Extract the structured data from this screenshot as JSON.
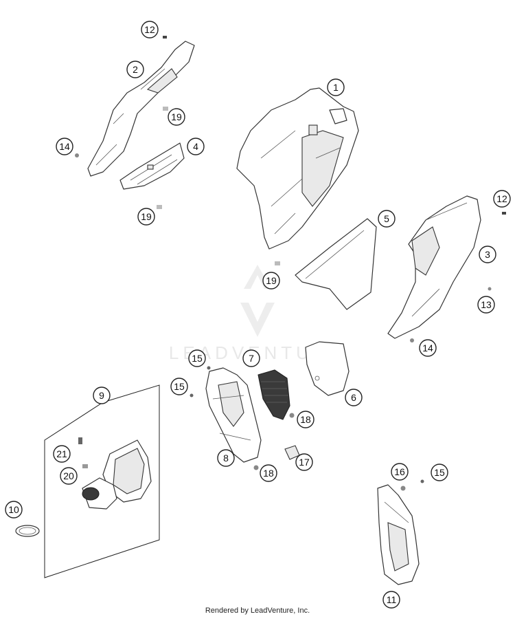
{
  "diagram": {
    "callouts": [
      {
        "id": "c1",
        "label": "1"
      },
      {
        "id": "c2",
        "label": "2"
      },
      {
        "id": "c3",
        "label": "3"
      },
      {
        "id": "c4",
        "label": "4"
      },
      {
        "id": "c5",
        "label": "5"
      },
      {
        "id": "c6",
        "label": "6"
      },
      {
        "id": "c7",
        "label": "7"
      },
      {
        "id": "c8",
        "label": "8"
      },
      {
        "id": "c9",
        "label": "9"
      },
      {
        "id": "c10",
        "label": "10"
      },
      {
        "id": "c11",
        "label": "11"
      },
      {
        "id": "c12a",
        "label": "12"
      },
      {
        "id": "c12b",
        "label": "12"
      },
      {
        "id": "c13",
        "label": "13"
      },
      {
        "id": "c14a",
        "label": "14"
      },
      {
        "id": "c14b",
        "label": "14"
      },
      {
        "id": "c15a",
        "label": "15"
      },
      {
        "id": "c15b",
        "label": "15"
      },
      {
        "id": "c15c",
        "label": "15"
      },
      {
        "id": "c16",
        "label": "16"
      },
      {
        "id": "c17",
        "label": "17"
      },
      {
        "id": "c18a",
        "label": "18"
      },
      {
        "id": "c18b",
        "label": "18"
      },
      {
        "id": "c19a",
        "label": "19"
      },
      {
        "id": "c19b",
        "label": "19"
      },
      {
        "id": "c19c",
        "label": "19"
      },
      {
        "id": "c20",
        "label": "20"
      },
      {
        "id": "c21",
        "label": "21"
      }
    ],
    "watermark": "LEADVENTURE",
    "footer": "Rendered by LeadVenture, Inc."
  }
}
